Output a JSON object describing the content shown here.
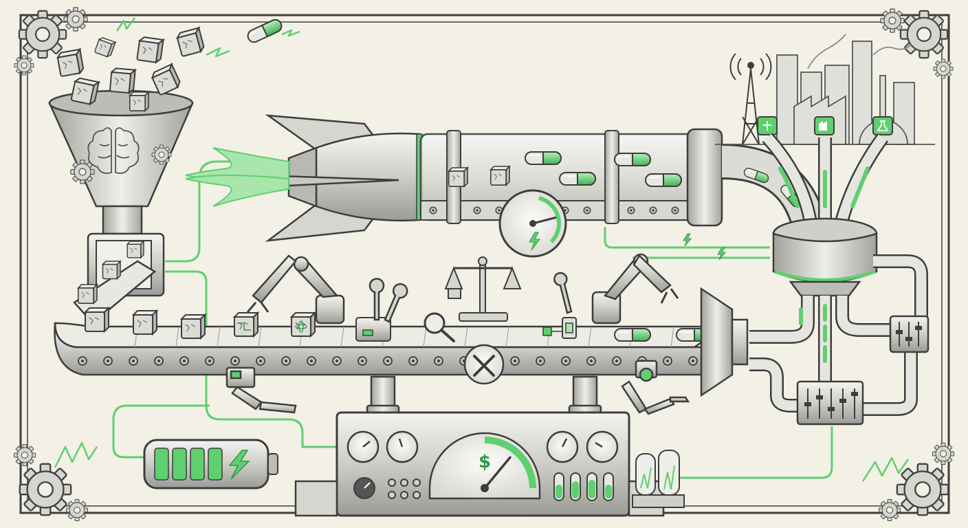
{
  "labels": {
    "dollar_symbol": "$"
  },
  "colors": {
    "paper": "#f3f0e6",
    "ink": "#3d3d3d",
    "ink_soft": "#6b6b6b",
    "metal_light": "#ebebe6",
    "metal_mid": "#c9c9c3",
    "metal_dark": "#8f8f8a",
    "accent_green": "#5fcf6f",
    "accent_green_light": "#a8e6ac",
    "accent_green_dark": "#2f9a46"
  },
  "gauges": {
    "speed_needle_fraction": 0.78,
    "revenue_needle_fraction": 0.72
  },
  "battery": {
    "cells_total": 4,
    "cells_filled": 4
  },
  "icons": {
    "hopper": "brain-icon",
    "rocket": "rocket-icon",
    "scale": "balance-scale-icon",
    "tools": "wrench-screwdriver-icon",
    "magnifier": "magnifying-glass-icon",
    "battery": "battery-lightning-icon",
    "antenna": "radio-tower-icon",
    "factory": "factory-icon",
    "lab": "flask-icon"
  }
}
